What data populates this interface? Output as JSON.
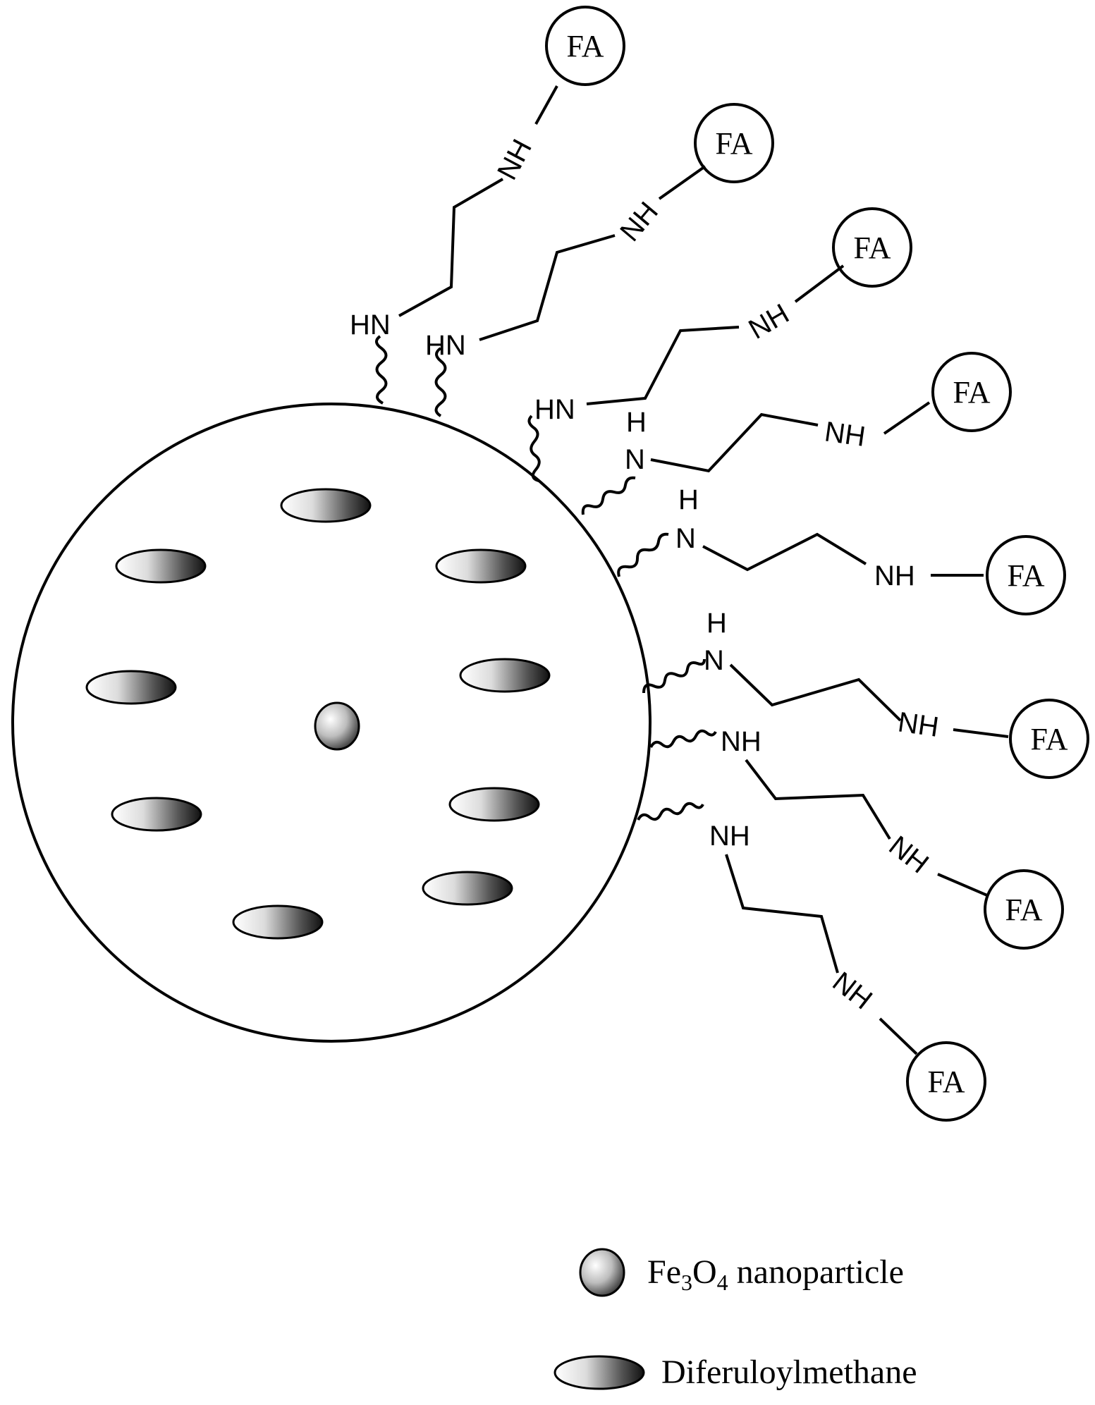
{
  "diagram": {
    "particle_label": "FA",
    "nh_label": "NH",
    "hn_label": "HN",
    "h_label": "H",
    "n_label": "N",
    "legend": {
      "fe3o4": {
        "prefix": "Fe",
        "sub1": "3",
        "mid": "O",
        "sub2": "4",
        "suffix": " nanoparticle"
      },
      "diferuloylmethane": "Diferuloylmethane"
    },
    "colors": {
      "stroke": "#000000",
      "shade_light": "#ffffff",
      "shade_dark": "#1a1a1a"
    }
  }
}
